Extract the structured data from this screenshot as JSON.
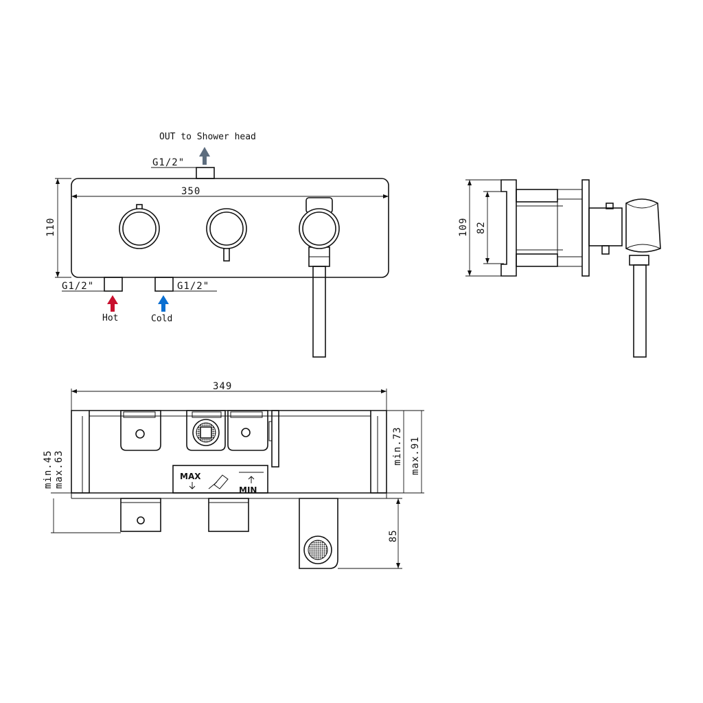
{
  "front_view": {
    "outlet_label": "OUT to Shower head",
    "outlet_thread": "G1/2\"",
    "width": "350",
    "height": "110",
    "hot_thread": "G1/2\"",
    "cold_thread": "G1/2\"",
    "hot_label": "Hot",
    "cold_label": "Cold"
  },
  "side_view": {
    "outer_height": "109",
    "inner_height": "82"
  },
  "top_view": {
    "width": "349",
    "depth_min_left": "min.45",
    "depth_max_left": "max.63",
    "depth_min_right": "min.73",
    "depth_max_right": "max.91",
    "handle_projection": "85",
    "gauge_max": "MAX",
    "gauge_min": "MIN"
  },
  "colors": {
    "hot": "#c8102e",
    "cold": "#0a6fd1",
    "outlet": "#5d6d7e",
    "line": "#111111"
  }
}
